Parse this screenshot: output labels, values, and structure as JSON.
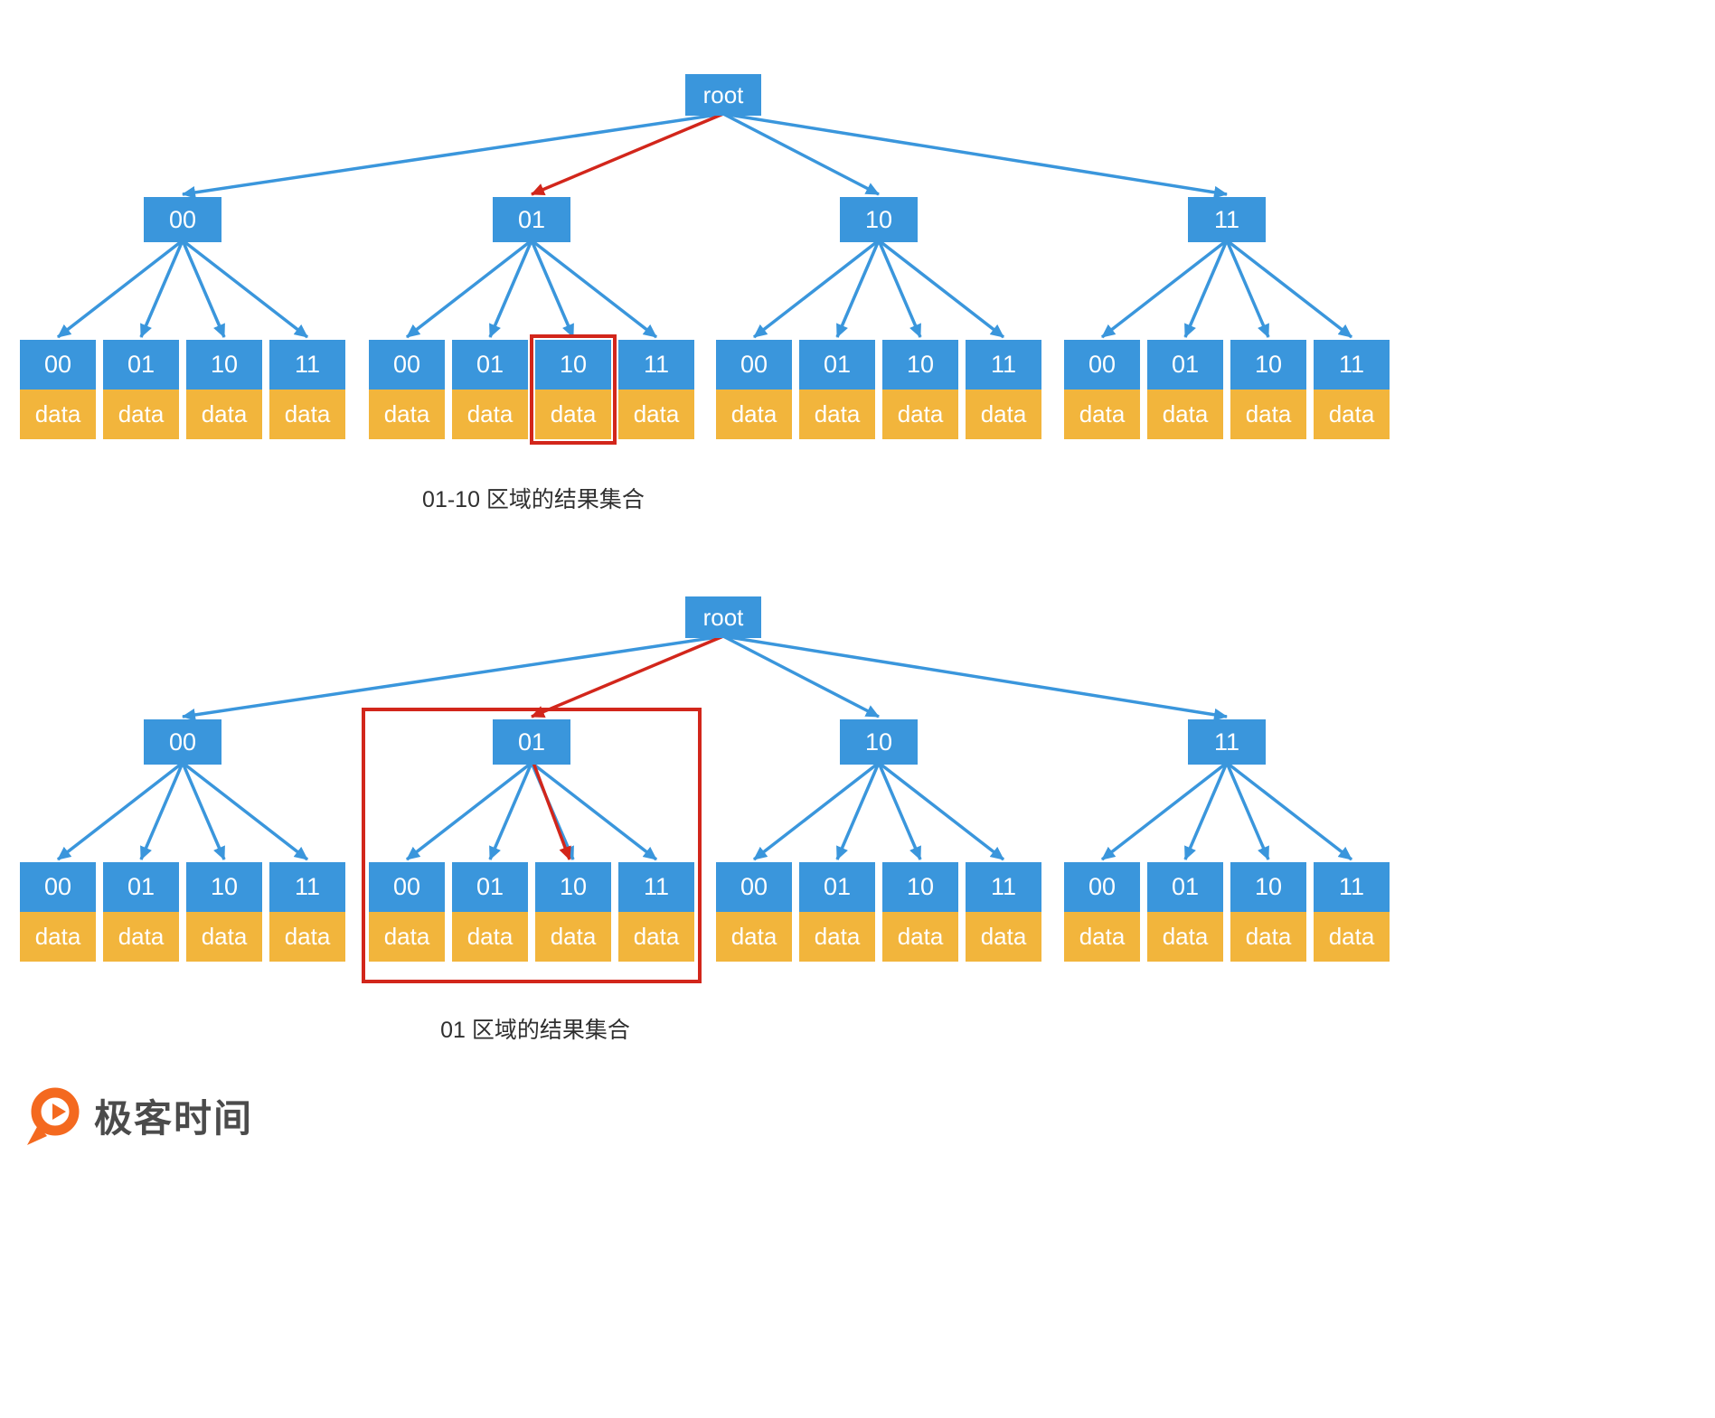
{
  "palette": {
    "node_blue": "#3a96dc",
    "data_yellow": "#f2b53c",
    "arrow_blue": "#3a96dc",
    "highlight_red": "#d2261b",
    "node_text": "#ffffff",
    "caption_text": "#2f2f2f",
    "logo_orange": "#f4691f",
    "logo_text_color": "#4b4b4b",
    "background": "#ffffff"
  },
  "diagrams": [
    {
      "name": "range-01-10-result-set",
      "root_label": "root",
      "branches": [
        {
          "label": "00",
          "children": [
            {
              "label": "00",
              "data": "data"
            },
            {
              "label": "01",
              "data": "data"
            },
            {
              "label": "10",
              "data": "data"
            },
            {
              "label": "11",
              "data": "data"
            }
          ]
        },
        {
          "label": "01",
          "children": [
            {
              "label": "00",
              "data": "data"
            },
            {
              "label": "01",
              "data": "data"
            },
            {
              "label": "10",
              "data": "data"
            },
            {
              "label": "11",
              "data": "data"
            }
          ]
        },
        {
          "label": "10",
          "children": [
            {
              "label": "00",
              "data": "data"
            },
            {
              "label": "01",
              "data": "data"
            },
            {
              "label": "10",
              "data": "data"
            },
            {
              "label": "11",
              "data": "data"
            }
          ]
        },
        {
          "label": "11",
          "children": [
            {
              "label": "00",
              "data": "data"
            },
            {
              "label": "01",
              "data": "data"
            },
            {
              "label": "10",
              "data": "data"
            },
            {
              "label": "11",
              "data": "data"
            }
          ]
        }
      ],
      "red_root_branch": 1,
      "red_branch_leaf": null,
      "highlight": {
        "type": "leaf",
        "branch": 1,
        "leaf": 2
      },
      "caption": "01-10 区域的结果集合"
    },
    {
      "name": "region-01-result-set",
      "root_label": "root",
      "branches": [
        {
          "label": "00",
          "children": [
            {
              "label": "00",
              "data": "data"
            },
            {
              "label": "01",
              "data": "data"
            },
            {
              "label": "10",
              "data": "data"
            },
            {
              "label": "11",
              "data": "data"
            }
          ]
        },
        {
          "label": "01",
          "children": [
            {
              "label": "00",
              "data": "data"
            },
            {
              "label": "01",
              "data": "data"
            },
            {
              "label": "10",
              "data": "data"
            },
            {
              "label": "11",
              "data": "data"
            }
          ]
        },
        {
          "label": "10",
          "children": [
            {
              "label": "00",
              "data": "data"
            },
            {
              "label": "01",
              "data": "data"
            },
            {
              "label": "10",
              "data": "data"
            },
            {
              "label": "11",
              "data": "data"
            }
          ]
        },
        {
          "label": "11",
          "children": [
            {
              "label": "00",
              "data": "data"
            },
            {
              "label": "01",
              "data": "data"
            },
            {
              "label": "10",
              "data": "data"
            },
            {
              "label": "11",
              "data": "data"
            }
          ]
        }
      ],
      "red_root_branch": 1,
      "red_branch_leaf": {
        "branch": 1,
        "leaf": 2
      },
      "highlight": {
        "type": "subtree",
        "branch": 1
      },
      "caption": "01 区域的结果集合"
    }
  ],
  "logo": {
    "text": "极客时间",
    "icon": "geektime-logo"
  }
}
